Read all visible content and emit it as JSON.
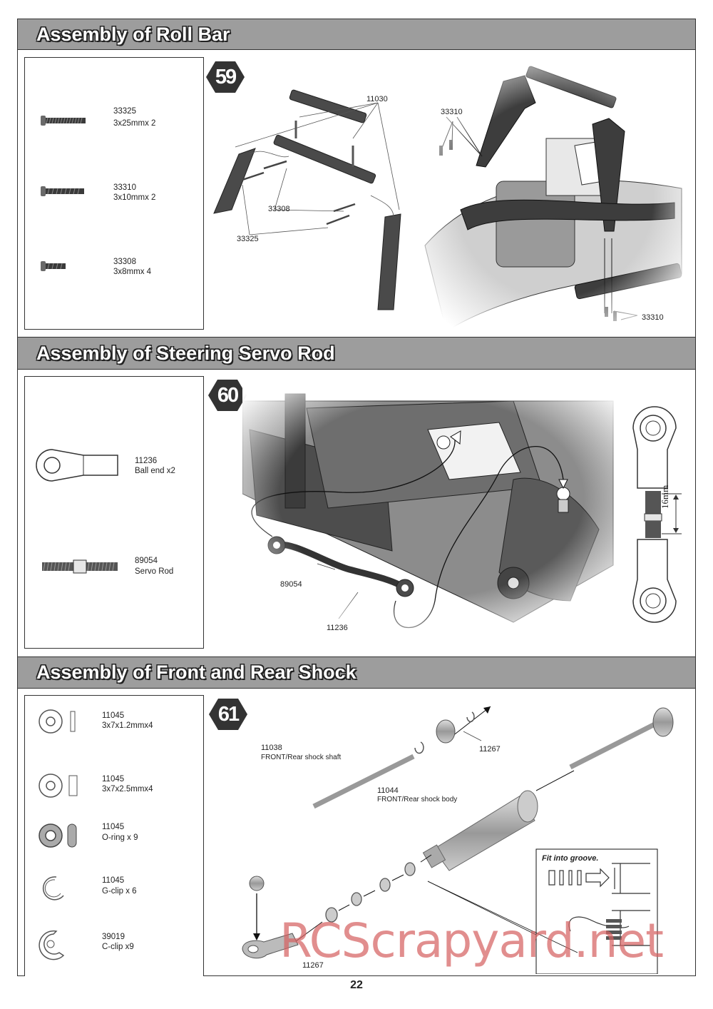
{
  "sections": [
    {
      "title": "Assembly of Roll Bar",
      "step": "59",
      "parts": [
        {
          "code": "33325",
          "desc": "3x25mmx 2",
          "icon": "screw-long-icon"
        },
        {
          "code": "33310",
          "desc": "3x10mmx 2",
          "icon": "screw-medium-icon"
        },
        {
          "code": "33308",
          "desc": "3x8mmx 4",
          "icon": "screw-short-icon"
        }
      ],
      "callouts": [
        "11030",
        "33310",
        "33308",
        "33325",
        "33310"
      ]
    },
    {
      "title": "Assembly of Steering Servo Rod",
      "step": "60",
      "parts": [
        {
          "code": "11236",
          "desc": "Ball end x2",
          "icon": "ball-end-icon"
        },
        {
          "code": "89054",
          "desc": "Servo Rod",
          "icon": "servo-rod-icon"
        }
      ],
      "callouts": [
        "89054",
        "11236"
      ],
      "dimension": "16mm"
    },
    {
      "title": "Assembly of Front and Rear Shock",
      "step": "61",
      "parts": [
        {
          "code": "11045",
          "desc": "3x7x1.2mmx4",
          "icon": "washer-thin-icon"
        },
        {
          "code": "11045",
          "desc": "3x7x2.5mmx4",
          "icon": "washer-thick-icon"
        },
        {
          "code": "11045",
          "desc": "O-ring x 9",
          "icon": "o-ring-icon"
        },
        {
          "code": "11045",
          "desc": "G-clip x 6",
          "icon": "g-clip-icon"
        },
        {
          "code": "39019",
          "desc": "C-clip x9",
          "icon": "c-clip-icon"
        }
      ],
      "callouts": {
        "shaft_code": "11038",
        "shaft_name": "FRONT/Rear shock shaft",
        "body_code": "11044",
        "body_name": "FRONT/Rear shock body",
        "clip_top": "11267",
        "clip_bottom": "11267"
      },
      "fit_note": "Fit into groove."
    }
  ],
  "page_number": "22",
  "watermark": "RCScrapyard.net"
}
